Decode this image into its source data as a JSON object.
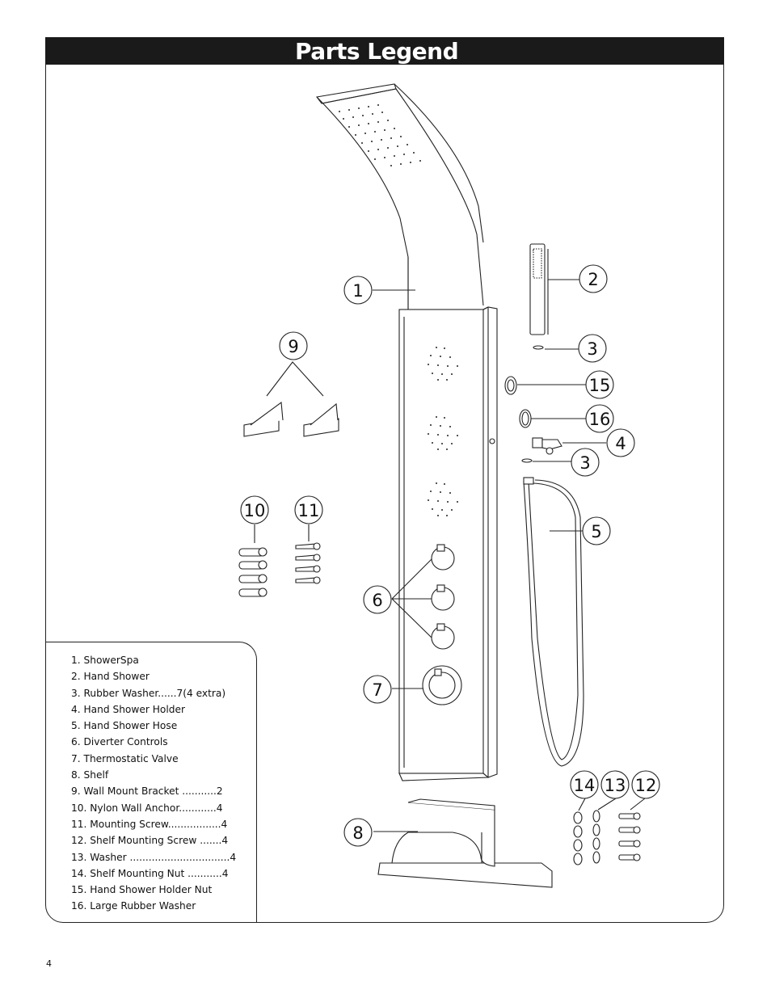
{
  "title": "Parts Legend",
  "page_number": "4",
  "callouts": {
    "c1": "1",
    "c2": "2",
    "c3a": "3",
    "c15": "15",
    "c16": "16",
    "c4": "4",
    "c3b": "3",
    "c5": "5",
    "c9": "9",
    "c10": "10",
    "c11": "11",
    "c6": "6",
    "c7": "7",
    "c8": "8",
    "c14": "14",
    "c13": "13",
    "c12": "12"
  },
  "parts": [
    "1.  ShowerSpa",
    "2.  Hand Shower",
    "3.  Rubber Washer......7(4 extra)",
    "4.  Hand Shower Holder",
    "5.  Hand Shower Hose",
    "6.  Diverter Controls",
    "7.  Thermostatic Valve",
    "8.  Shelf",
    "9.  Wall Mount Bracket ...........2",
    "10.  Nylon Wall Anchor............4",
    "11.  Mounting Screw.................4",
    "12.  Shelf Mounting Screw .......4",
    "13.  Washer ................................4",
    "14.  Shelf Mounting Nut ...........4",
    "15. Hand Shower Holder Nut",
    "16. Large Rubber Washer"
  ]
}
